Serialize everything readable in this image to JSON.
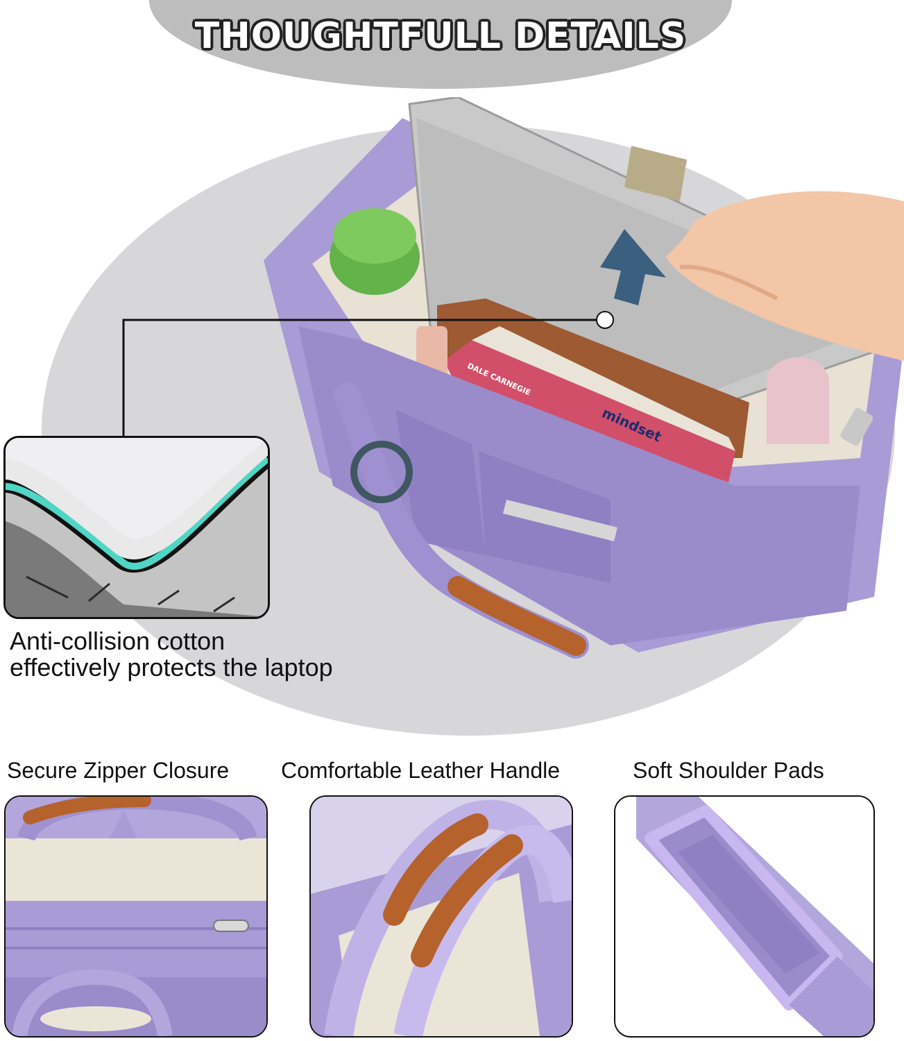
{
  "header": {
    "title": "THOUGHTFULL DETAILS"
  },
  "main": {
    "photo_desc_icon": "purple-tote-bag-illustration",
    "callout": {
      "caption_line1": "Anti-collision cotton",
      "caption_line2": "effectively protects the laptop"
    },
    "book_titles": [
      "mindset",
      "DALE CARNEGIE"
    ]
  },
  "features": [
    {
      "label": "Secure Zipper Closure"
    },
    {
      "label": "Comfortable Leather Handle"
    },
    {
      "label": "Soft Shoulder Pads"
    }
  ],
  "colors": {
    "lavender": "#a99bd6",
    "lavender_dark": "#8f80c4",
    "leather": "#b5622c",
    "header_gray": "#bdbdbd",
    "arrow_blue": "#3b5f7e"
  }
}
